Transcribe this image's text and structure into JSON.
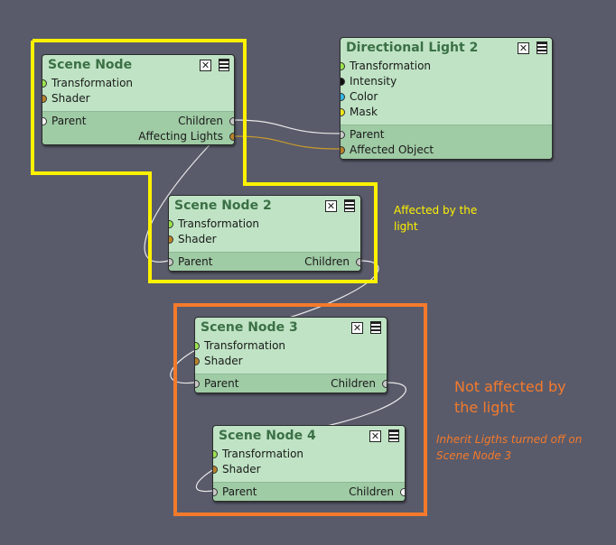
{
  "colors": {
    "background": "#595b6b",
    "node_fill": "#bfe3c4",
    "node_title": "#3b7045",
    "port_transformation": "#9be34f",
    "port_shader": "#b8832a",
    "port_intensity": "#111111",
    "port_color": "#35b6e6",
    "port_mask": "#f2ea1c",
    "yellow_box": "#fff200",
    "orange_box": "#f47a2b"
  },
  "nodes": {
    "scene_node": {
      "title": "Scene Node",
      "inputs": [
        "Transformation",
        "Shader",
        "Parent"
      ],
      "outputs": [
        "Children",
        "Affecting Lights"
      ]
    },
    "directional_light_2": {
      "title": "Directional Light 2",
      "inputs": [
        "Transformation",
        "Intensity",
        "Color",
        "Mask",
        "Parent",
        "Affected Object"
      ]
    },
    "scene_node_2": {
      "title": "Scene Node 2",
      "inputs": [
        "Transformation",
        "Shader",
        "Parent"
      ],
      "outputs": [
        "Children"
      ]
    },
    "scene_node_3": {
      "title": "Scene Node 3",
      "inputs": [
        "Transformation",
        "Shader",
        "Parent"
      ],
      "outputs": [
        "Children"
      ]
    },
    "scene_node_4": {
      "title": "Scene Node 4",
      "inputs": [
        "Transformation",
        "Shader",
        "Parent"
      ],
      "outputs": [
        "Children"
      ]
    }
  },
  "icons": {
    "close": "close-icon",
    "menu": "menu-icon"
  },
  "annotations": {
    "affected": "Affected by the\nlight",
    "not_affected": "Not affected by\nthe light",
    "inherit_note": "Inherit Ligths turned off on\nScene Node 3"
  }
}
